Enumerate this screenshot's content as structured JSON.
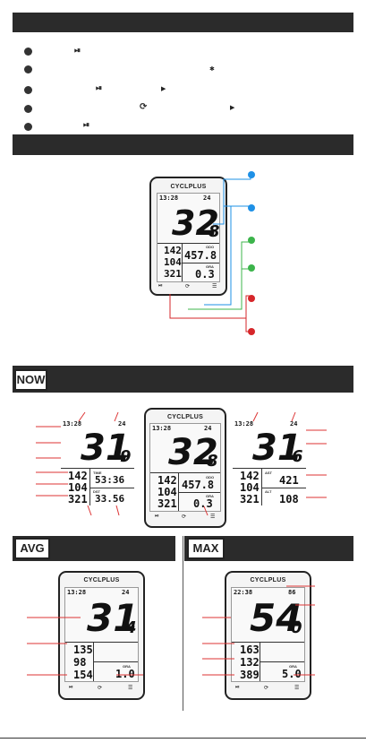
{
  "icons": {
    "play_pause": "⏯",
    "play": "▶",
    "bluetooth": "✱",
    "lap": "⟳",
    "menu": "☰"
  },
  "device": {
    "logo": "CYCLPLUS",
    "time": "13:28",
    "battery": "24",
    "speed_main": "32",
    "speed_dec": "8",
    "hr": "142",
    "cad": "104",
    "pwr": "321",
    "odo_label": "ODO",
    "odo_value": "457.8",
    "gra_label": "GRA",
    "gra_value": "0.3"
  },
  "now_section": {
    "badge": "NOW",
    "left": {
      "time": "13:28",
      "battery": "24",
      "speed_main": "31",
      "speed_dec": "9",
      "hr": "142",
      "cad": "104",
      "pwr": "321",
      "time_label": "TIME",
      "time_value": "53:36",
      "dst_label": "DST",
      "dst_value": "33.56"
    },
    "center": {
      "time": "13:28",
      "battery": "24",
      "speed_main": "32",
      "speed_dec": "8",
      "hr": "142",
      "cad": "104",
      "pwr": "321",
      "odo_label": "ODO",
      "odo_value": "457.8",
      "gra_label": "GRA",
      "gra_value": "0.3"
    },
    "right": {
      "time": "13:28",
      "battery": "24",
      "speed_main": "31",
      "speed_dec": "6",
      "hr": "142",
      "cad": "104",
      "pwr": "321",
      "ast_label": "AST",
      "ast_value": "421",
      "alt_label": "ALT",
      "alt_value": "108"
    }
  },
  "avg_section": {
    "badge": "AVG",
    "time": "13:28",
    "battery": "24",
    "speed_main": "31",
    "speed_dec": "4",
    "hr": "135",
    "cad": "98",
    "pwr": "154",
    "gra_label": "GRA",
    "gra_value": "1.0"
  },
  "max_section": {
    "badge": "MAX",
    "time": "22:38",
    "battery": "86",
    "speed_main": "54",
    "speed_dec": "0",
    "hr": "163",
    "cad": "132",
    "pwr": "389",
    "gra_label": "GRA",
    "gra_value": "5.0"
  },
  "colors": {
    "blue": "#1e90e6",
    "green": "#3cb44b",
    "red": "#d6262a",
    "bar": "#2b2b2b"
  }
}
